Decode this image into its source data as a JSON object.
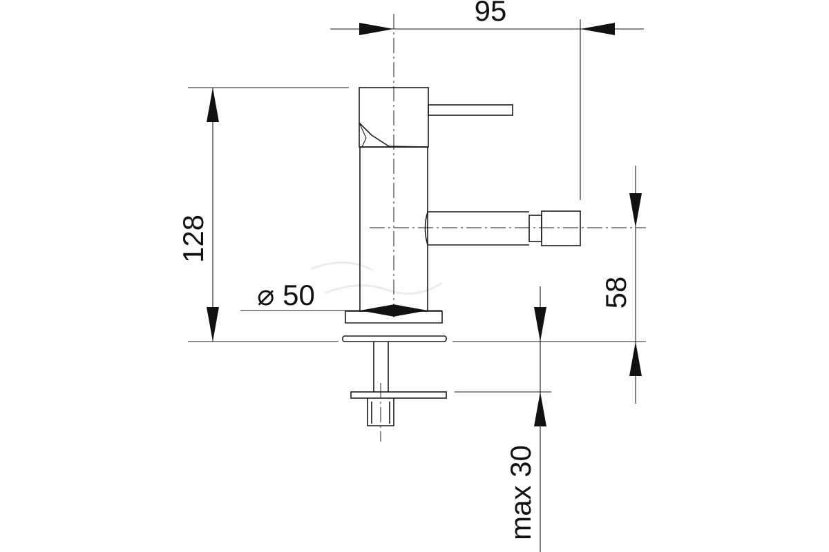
{
  "drawing": {
    "dimensions": {
      "width_label": "95",
      "height_label": "128",
      "diameter_label": "⌀ 50",
      "spout_height_label": "58",
      "max_thickness_label": "max 30"
    },
    "colors": {
      "stroke": "#1a1a1a",
      "background": "#ffffff"
    }
  }
}
